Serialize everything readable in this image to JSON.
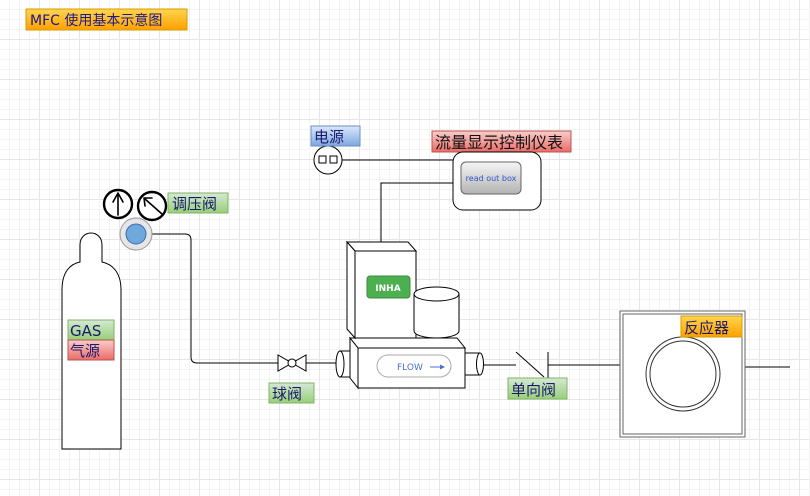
{
  "title": "MFC 使用基本示意图",
  "labels": {
    "power": "电源",
    "display": "流量显示控制仪表",
    "readout": "read out box",
    "regulator": "调压阀",
    "gas": "GAS",
    "gas_source": "气源",
    "ball_valve": "球阀",
    "mfc_brand": "INHA",
    "flow": "FLOW",
    "check_valve": "单向阀",
    "reactor": "反应器"
  },
  "icons": {
    "power": "power-socket-icon",
    "gauges": "pressure-gauge-icon",
    "ball_valve": "ball-valve-icon",
    "check_valve": "check-valve-icon",
    "flow_arrow": "arrow-right-icon"
  },
  "colors": {
    "orange_top": "#ffd54f",
    "orange_bottom": "#ffa000",
    "orange_border": "#d79b00",
    "blue_top": "#dae8fc",
    "blue_bottom": "#7ea6e0",
    "blue_border": "#6c8ebf",
    "red_top": "#f8cecc",
    "red_bottom": "#ea6b66",
    "red_border": "#b85450",
    "green_top": "#d5e8d4",
    "green_bottom": "#97d077",
    "green_border": "#82b366",
    "gray_top": "#f5f5f5",
    "gray_bottom": "#b3b3b3",
    "brand_green": "#4caf50",
    "regulator_blue": "#6fa8dc"
  }
}
